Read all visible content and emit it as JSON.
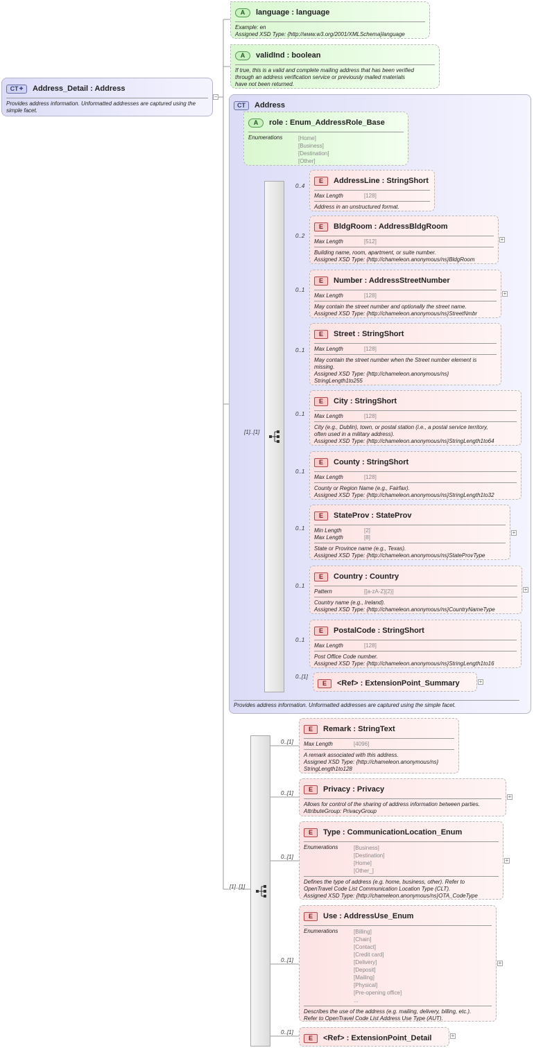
{
  "root": {
    "badge": "CT",
    "title": "Address_Detail : Address",
    "description": "Provides address information. Unformatted addresses are captured using the simple facet."
  },
  "attributes": [
    {
      "name": "language : language",
      "rows": [],
      "desc": [
        "Example: en",
        "Assigned XSD Type: {http://www.w3.org/2001/XMLSchema}language"
      ]
    },
    {
      "name": "validInd  : boolean",
      "rows": [],
      "desc": [
        "If true, this is a valid and complete mailing address that has been verified",
        "through an address verification service or previously mailed materials",
        "have not been returned."
      ]
    }
  ],
  "address_ct": {
    "badge": "CT",
    "title": "Address",
    "description": "Provides address information. Unformatted addresses are captured using the simple facet.",
    "role": {
      "name": "role       : Enum_AddressRole_Base",
      "key": "Enumerations",
      "values": [
        "[Home]",
        "[Business]",
        "[Destination]",
        "[Other]"
      ]
    },
    "sequence_card": "[1]..[1]",
    "elements": [
      {
        "card": "0..4",
        "name": "AddressLine : StringShort",
        "rows": [
          [
            "Max Length",
            "[128]"
          ]
        ],
        "desc": [
          "Address in an unstructured format."
        ]
      },
      {
        "card": "0..2",
        "name": "BldgRoom : AddressBldgRoom",
        "rows": [
          [
            "Max Length",
            "[512]"
          ]
        ],
        "desc": [
          "Building name, room, apartment, or suite number.",
          "Assigned XSD Type: {http://chameleon.anonymous/ns}BldgRoom"
        ]
      },
      {
        "card": "0..1",
        "name": "Number   : AddressStreetNumber",
        "rows": [
          [
            "Max Length",
            "[128]"
          ]
        ],
        "desc": [
          "May contain the street number and optionally the street name.",
          "Assigned XSD Type: {http://chameleon.anonymous/ns}StreetNmbr"
        ]
      },
      {
        "card": "0..1",
        "name": "Street      : StringShort",
        "rows": [
          [
            "Max Length",
            "[128]"
          ]
        ],
        "desc": [
          "May contain the street number when the Street number element is",
          "missing.",
          "Assigned XSD Type: {http://chameleon.anonymous/ns}",
          "StringLength1to255"
        ]
      },
      {
        "card": "0..1",
        "name": "City          : StringShort",
        "rows": [
          [
            "Max Length",
            "[128]"
          ]
        ],
        "desc": [
          "City (e.g., Dublin), town, or postal station (i.e., a postal service territory,",
          "often used in a military address).",
          "Assigned XSD Type: {http://chameleon.anonymous/ns}StringLength1to64"
        ]
      },
      {
        "card": "0..1",
        "name": "County     : StringShort",
        "rows": [
          [
            "Max Length",
            "[128]"
          ]
        ],
        "desc": [
          "County or Region Name (e.g., Fairfax).",
          "Assigned XSD Type: {http://chameleon.anonymous/ns}StringLength1to32"
        ]
      },
      {
        "card": "0..1",
        "name": "StateProv  : StateProv",
        "rows": [
          [
            "Min Length",
            "[2]"
          ],
          [
            "Max Length",
            "[8]"
          ]
        ],
        "desc": [
          "State or Province name (e.g., Texas).",
          "Assigned XSD Type: {http://chameleon.anonymous/ns}StateProvType"
        ]
      },
      {
        "card": "0..1",
        "name": "Country   : Country",
        "rows": [
          [
            "Pattern",
            "[[a-zA-Z]{2}]"
          ]
        ],
        "desc": [
          "Country name (e.g., Ireland).",
          "Assigned XSD Type: {http://chameleon.anonymous/ns}CountryNameType"
        ]
      },
      {
        "card": "0..1",
        "name": "PostalCode : StringShort",
        "rows": [
          [
            "Max Length",
            "[128]"
          ]
        ],
        "desc": [
          "Post Office Code number.",
          "Assigned XSD Type: {http://chameleon.anonymous/ns}StringLength1to16"
        ]
      },
      {
        "card": "0..[1]",
        "name": "<Ref>     : ExtensionPoint_Summary",
        "rows": [],
        "desc": []
      }
    ]
  },
  "outer_sequence": {
    "card": "[1]..[1]",
    "elements": [
      {
        "card": "0..[1]",
        "name": "Remark   : StringText",
        "rows": [
          [
            "Max Length",
            "[4096]"
          ]
        ],
        "desc": [
          "A remark associated with this address.",
          "Assigned XSD Type: {http://chameleon.anonymous/ns}",
          "StringLength1to128"
        ]
      },
      {
        "card": "0..[1]",
        "name": "Privacy   : Privacy",
        "rows": [],
        "desc": [
          "Allows for control of the sharing of address information between parties.",
          "AttributeGroup: PrivacyGroup"
        ]
      },
      {
        "card": "0..[1]",
        "name": "Type         : CommunicationLocation_Enum",
        "enum_key": "Enumerations",
        "enum": [
          "[Business]",
          "[Destination]",
          "[Home]",
          "[Other_]"
        ],
        "desc": [
          "Defines the type of address (e.g. home, business, other). Refer to",
          "OpenTravel Code List Communication Location Type (CLT).",
          "Assigned XSD Type: {http://chameleon.anonymous/ns}OTA_CodeType"
        ]
      },
      {
        "card": "0..[1]",
        "name": "Use          : AddressUse_Enum",
        "enum_key": "Enumerations",
        "enum": [
          "[Billing]",
          "[Chain]",
          "[Contact]",
          "[Credit card]",
          "[Delivery]",
          "[Deposit]",
          "[Mailing]",
          "[Physical]",
          "[Pre-opening office]",
          "..."
        ],
        "desc": [
          "Describes the use of the address (e.g. mailing, delivery, billing, etc.).",
          "Refer to OpenTravel Code List Address Use Type (AUT)."
        ]
      },
      {
        "card": "0..[1]",
        "name": "<Ref>     : ExtensionPoint_Detail",
        "rows": [],
        "desc": []
      }
    ]
  },
  "colors": {
    "element_fill": "#fde3e3",
    "attribute_fill": "#d9f7d0",
    "complex_fill": "#dcdcf7",
    "connector": "#9a9a9a"
  }
}
